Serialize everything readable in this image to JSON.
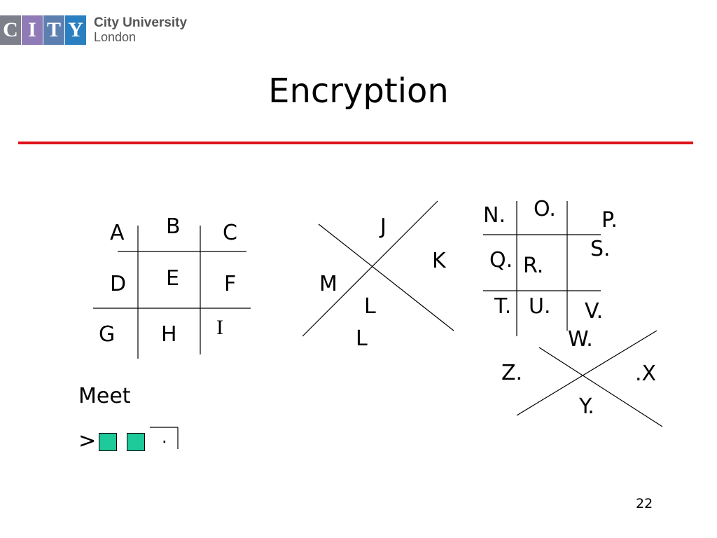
{
  "logo": {
    "tiles": [
      {
        "letter": "C",
        "color": "#7d7f8a"
      },
      {
        "letter": "I",
        "color": "#8f7bb5"
      },
      {
        "letter": "T",
        "color": "#5d7fb0"
      },
      {
        "letter": "Y",
        "color": "#2a7fc0"
      }
    ],
    "line1": "City University",
    "line2": "London"
  },
  "title": "Encryption",
  "rule_color": "#e0121b",
  "diagram_letters": {
    "grid": [
      "A",
      "B",
      "C",
      "D",
      "E",
      "F",
      "G",
      "H",
      "I"
    ],
    "x1": [
      "J",
      "K",
      "L",
      "M"
    ],
    "x1_below": "L",
    "dotgrid": [
      "N.",
      "O.",
      "P.",
      "Q.",
      "R.",
      "S.",
      "T.",
      "U.",
      "V."
    ],
    "x2": [
      "W.",
      "Z.",
      ".X",
      "Y."
    ]
  },
  "example": {
    "word": "Meet",
    "prefix": ">",
    "cipher_fill": "#1ec99a",
    "dot": "."
  },
  "page_number": "22"
}
